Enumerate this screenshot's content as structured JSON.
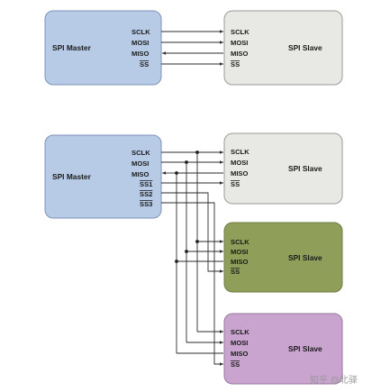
{
  "diagram1": {
    "master": {
      "title": "SPI Master",
      "pins": [
        "SCLK",
        "MOSI",
        "MISO",
        "SS"
      ]
    },
    "slave": {
      "title": "SPI Slave",
      "pins": [
        "SCLK",
        "MOSI",
        "MISO",
        "SS"
      ]
    }
  },
  "diagram2": {
    "master": {
      "title": "SPI Master",
      "pins": [
        "SCLK",
        "MOSI",
        "MISO",
        "SS1",
        "SS2",
        "SS3"
      ]
    },
    "slaves": [
      {
        "title": "SPI Slave",
        "pins": [
          "SCLK",
          "MOSI",
          "MISO",
          "SS"
        ],
        "color": "#e8e8e4"
      },
      {
        "title": "SPI Slave",
        "pins": [
          "SCLK",
          "MOSI",
          "MISO",
          "SS"
        ],
        "color": "#8f9f5a"
      },
      {
        "title": "SPI Slave",
        "pins": [
          "SCLK",
          "MOSI",
          "MISO",
          "SS"
        ],
        "color": "#c8a4cf"
      }
    ]
  },
  "watermark": "知乎 @北驿"
}
